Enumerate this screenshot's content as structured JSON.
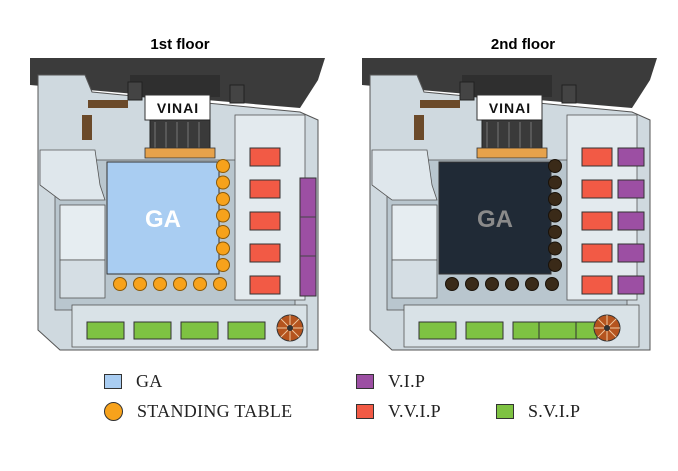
{
  "floors": [
    {
      "id": "first",
      "title": "1st floor",
      "zone_label": "GA",
      "logo": "VINAI",
      "dark": false
    },
    {
      "id": "second",
      "title": "2nd floor",
      "zone_label": "GA",
      "logo": "VINAI",
      "dark": true
    }
  ],
  "legend": {
    "ga": {
      "label": "GA",
      "color": "#a9cdf2"
    },
    "standing": {
      "label": "STANDING TABLE",
      "color": "#f7a21b"
    },
    "vip": {
      "label": "V.I.P",
      "color": "#9c4fa3"
    },
    "vvip": {
      "label": "V.V.I.P",
      "color": "#f25a45"
    },
    "svip": {
      "label": "S.V.I.P",
      "color": "#7ec242"
    }
  },
  "colors": {
    "ga_dark": "#202a36",
    "standing_dark": "#3a2a18",
    "wall": "#cfd9df",
    "roof": "#3b3b3b"
  }
}
